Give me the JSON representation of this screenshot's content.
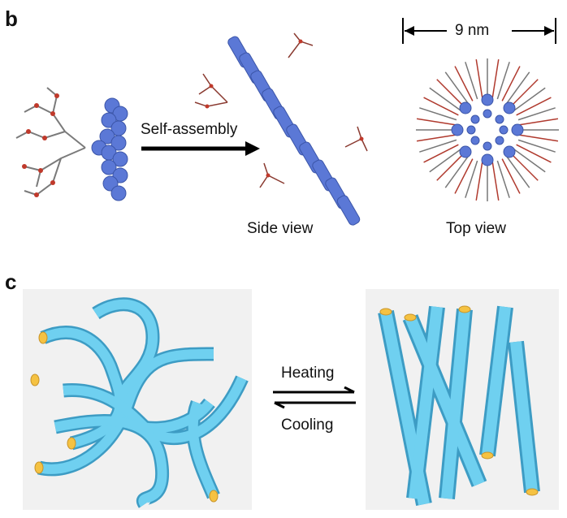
{
  "panel_b": {
    "label": "b",
    "arrow_label": "Self-assembly",
    "side_view_label": "Side view",
    "top_view_label": "Top view",
    "dimension_label": "9 nm"
  },
  "panel_c": {
    "label": "c",
    "forward_label": "Heating",
    "reverse_label": "Cooling"
  },
  "colors": {
    "molecule_core": "#5b78d6",
    "chain_red": "#c0392b",
    "fiber": "#5ec3e8",
    "fiber_end": "#f5c242",
    "panel_bg": "#f1f1f1"
  }
}
